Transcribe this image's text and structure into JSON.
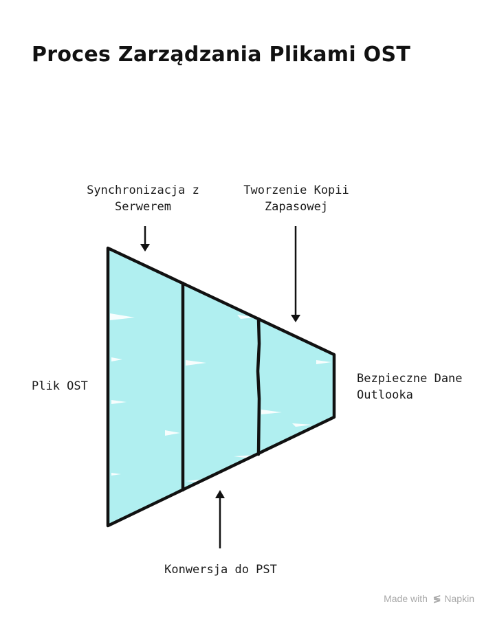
{
  "title": "Proces Zarządzania Plikami OST",
  "labels": {
    "sync_line1": "Synchronizacja z",
    "sync_line2": "Serwerem",
    "backup_line1": "Tworzenie Kopii",
    "backup_line2": "Zapasowej",
    "input": "Plik OST",
    "output_line1": "Bezpieczne Dane",
    "output_line2": "Outlooka",
    "conversion": "Konwersja do PST"
  },
  "watermark": {
    "prefix": "Made with",
    "brand": "Napkin"
  },
  "colors": {
    "funnel_fill": "#b0eff0",
    "stroke": "#111111",
    "watermark": "#a8a8a8"
  }
}
